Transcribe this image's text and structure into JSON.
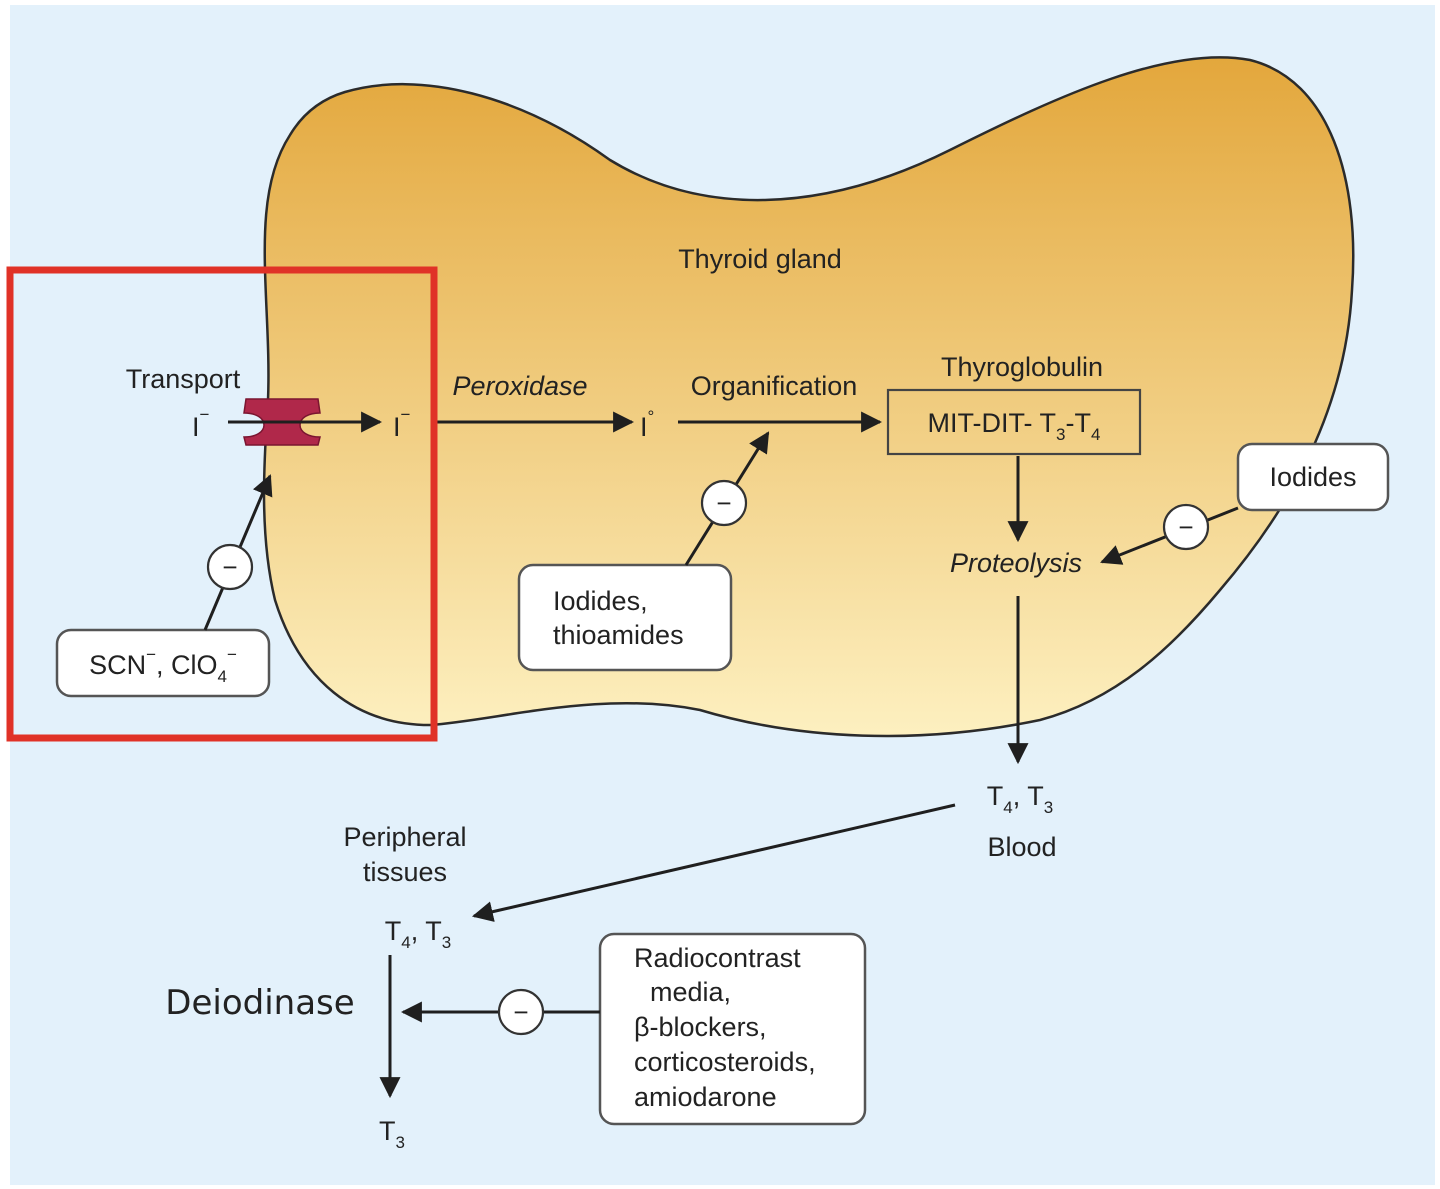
{
  "labels": {
    "gland": "Thyroid gland",
    "transport": "Transport",
    "iodide_ion": "I",
    "iodide_charge": "−",
    "iodine_charge": "°",
    "peroxidase": "Peroxidase",
    "organification": "Organification",
    "thyroglobulin": "Thyroglobulin",
    "tg_content": {
      "part1": "MIT-DIT- T",
      "sub3": "3",
      "dash": "-T",
      "sub4": "4"
    },
    "proteolysis": "Proteolysis",
    "blood_t4": "T",
    "blood_sub4": "4",
    "blood_comma": ", T",
    "blood_sub3": "3",
    "blood": "Blood",
    "peripheral_line1": "Peripheral",
    "peripheral_line2": "tissues",
    "periph_t4": "T",
    "periph_sub4": "4",
    "periph_comma": ", T",
    "periph_sub3": "3",
    "deiodinase": "Deiodinase",
    "t3": "T",
    "t3_sub": "3",
    "minus": "−"
  },
  "boxes": {
    "scn": {
      "part1": "SCN",
      "sup1": "−",
      "part2": ", ClO",
      "sub": "4",
      "sup2": "−"
    },
    "iodides_thio": [
      "Iodides,",
      "thioamides"
    ],
    "iodides": "Iodides",
    "radio": [
      "Radiocontrast",
      "media,",
      "β-blockers,",
      "corticosteroids,",
      "amiodarone"
    ]
  },
  "colors": {
    "background": "#e3f1fb",
    "gland_top": "#e3a73c",
    "gland_bottom": "#fdf0c0",
    "highlight": "#e03227",
    "transporter": "#b0284a"
  }
}
